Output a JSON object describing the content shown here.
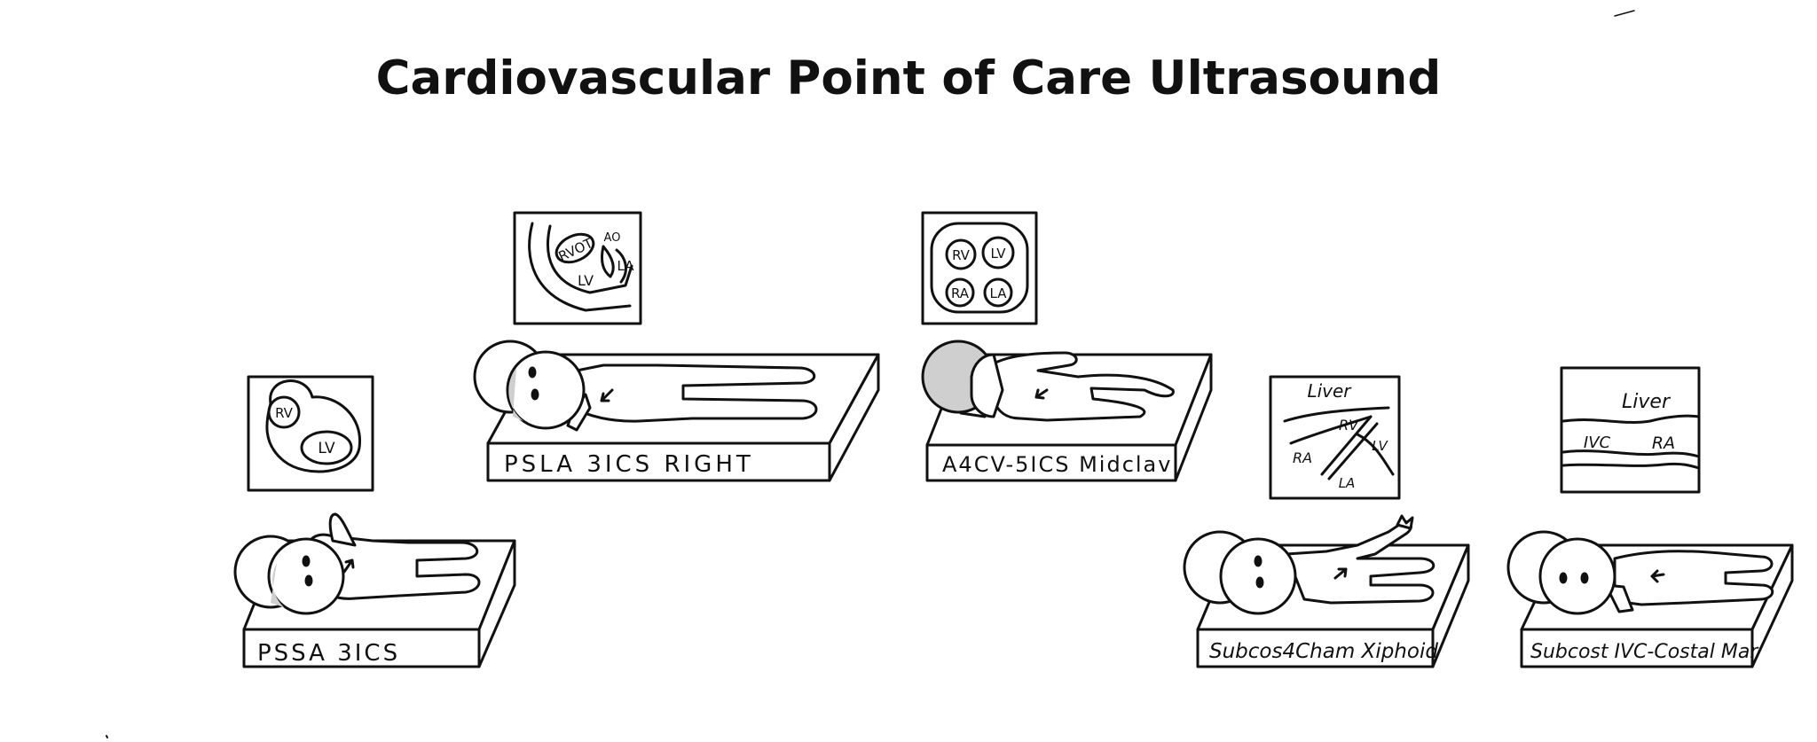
{
  "title": "Cardiovascular Point of Care Ultrasound",
  "views": [
    {
      "label": "PSSA 3ICS",
      "panel": [
        "RV",
        "LV"
      ]
    },
    {
      "label": "PSLA 3ICS RIGHT",
      "panel": [
        "RVOT",
        "AO",
        "LV",
        "LA"
      ]
    },
    {
      "label": "A4CV-5ICS Midclav",
      "panel": [
        "RV",
        "LV",
        "RA",
        "LA"
      ]
    },
    {
      "label": "Subcos4Cham Xiphoid",
      "panel": [
        "Liver",
        "RV",
        "RA",
        "LV",
        "LA"
      ]
    },
    {
      "label": "Subcost IVC-Costal Mar",
      "panel": [
        "Liver",
        "IVC",
        "RA"
      ]
    }
  ],
  "colors": {
    "ink": "#111111",
    "shade": "#cfcfcf"
  }
}
